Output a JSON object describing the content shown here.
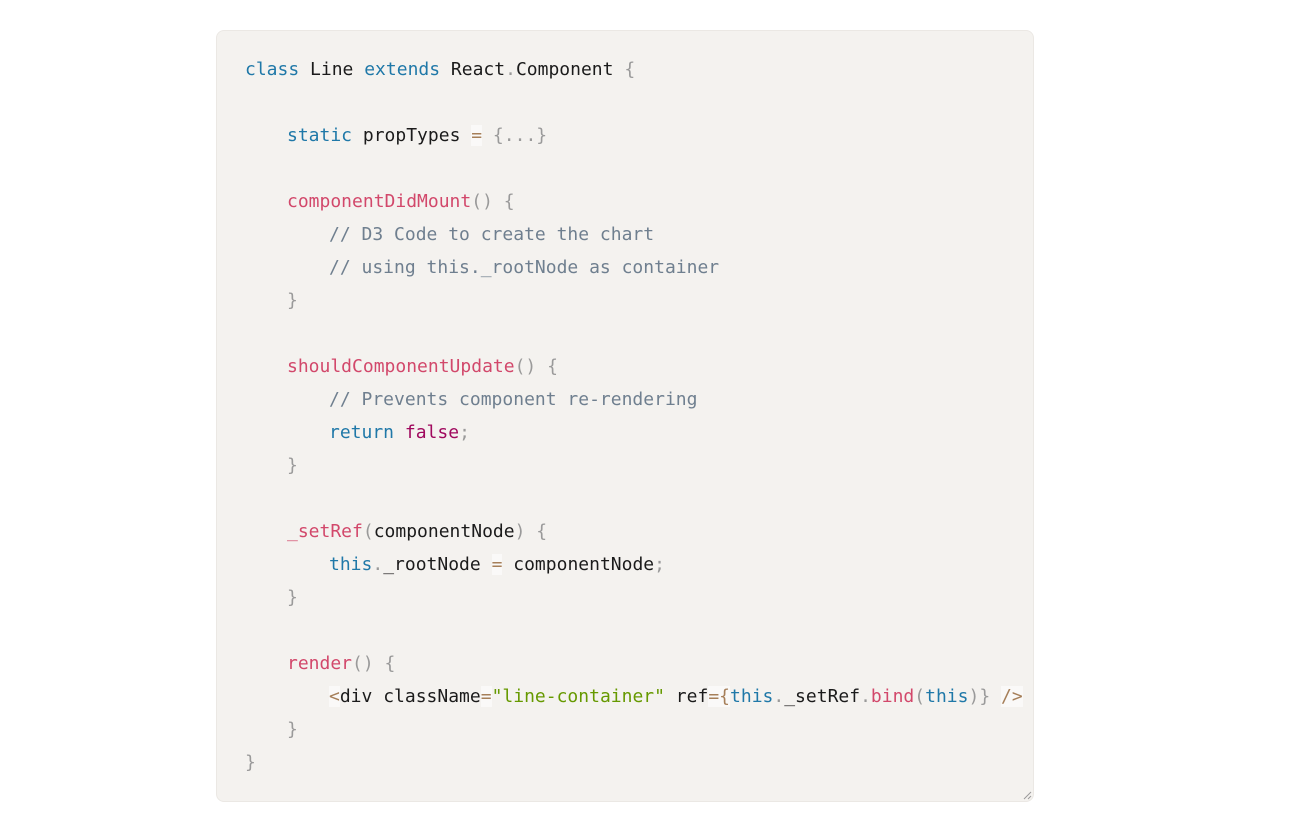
{
  "code": {
    "l1": {
      "a": "class",
      "b": " Line ",
      "c": "extends",
      "d": " React",
      "e": ".",
      "f": "Component",
      "g": " {"
    },
    "l3": {
      "a": "static",
      "b": " propTypes ",
      "c": "=",
      "d": " {...}"
    },
    "l5": {
      "a": "componentDidMount",
      "b": "()",
      "c": " {"
    },
    "l6": {
      "a": "// D3 Code to create the chart"
    },
    "l7": {
      "a": "// using this._rootNode as container"
    },
    "l8": {
      "a": "}"
    },
    "l10": {
      "a": "shouldComponentUpdate",
      "b": "()",
      "c": " {"
    },
    "l11": {
      "a": "// Prevents component re-rendering"
    },
    "l12": {
      "a": "return",
      "b": " ",
      "c": "false",
      "d": ";"
    },
    "l13": {
      "a": "}"
    },
    "l15": {
      "a": "_setRef",
      "b": "(",
      "c": "componentNode",
      "d": ")",
      "e": " {"
    },
    "l16": {
      "a": "this",
      "b": ".",
      "c": "_rootNode ",
      "d": "=",
      "e": " componentNode",
      "f": ";"
    },
    "l17": {
      "a": "}"
    },
    "l19": {
      "a": "render",
      "b": "()",
      "c": " {"
    },
    "l20": {
      "a": "<",
      "b": "div className",
      "c": "=",
      "d": "\"line-container\"",
      "e": " ref",
      "f": "=",
      "g": "{",
      "h": "this",
      "i": ".",
      "j": "_setRef",
      "k": ".",
      "l": "bind",
      "m": "(",
      "n": "this",
      "o": ")}",
      "p": " ",
      "q": "/>"
    },
    "l21": {
      "a": "}"
    },
    "l22": {
      "a": "}"
    }
  }
}
